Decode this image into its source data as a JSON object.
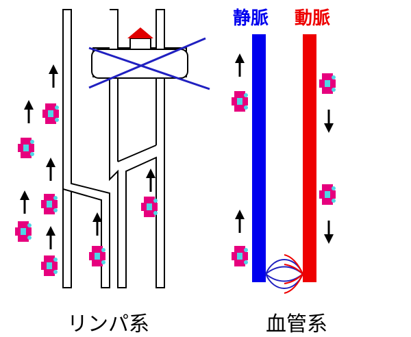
{
  "labels": {
    "vein": "静脈",
    "artery": "動脈",
    "lymph_caption": "リンパ系",
    "blood_caption": "血管系"
  },
  "colors": {
    "vein": "#0000ee",
    "artery": "#ee0000",
    "cell": "#e6007e",
    "cell_core": "#4fd6e6",
    "house_roof": "#e00000",
    "cross": "#2020c0",
    "arrow": "#000000"
  },
  "icons": {
    "cell": "cell-icon",
    "arrow_up": "arrow-up-icon",
    "arrow_down": "arrow-down-icon",
    "lymph_node": "lymph-node-cross-icon",
    "house": "house-icon"
  }
}
